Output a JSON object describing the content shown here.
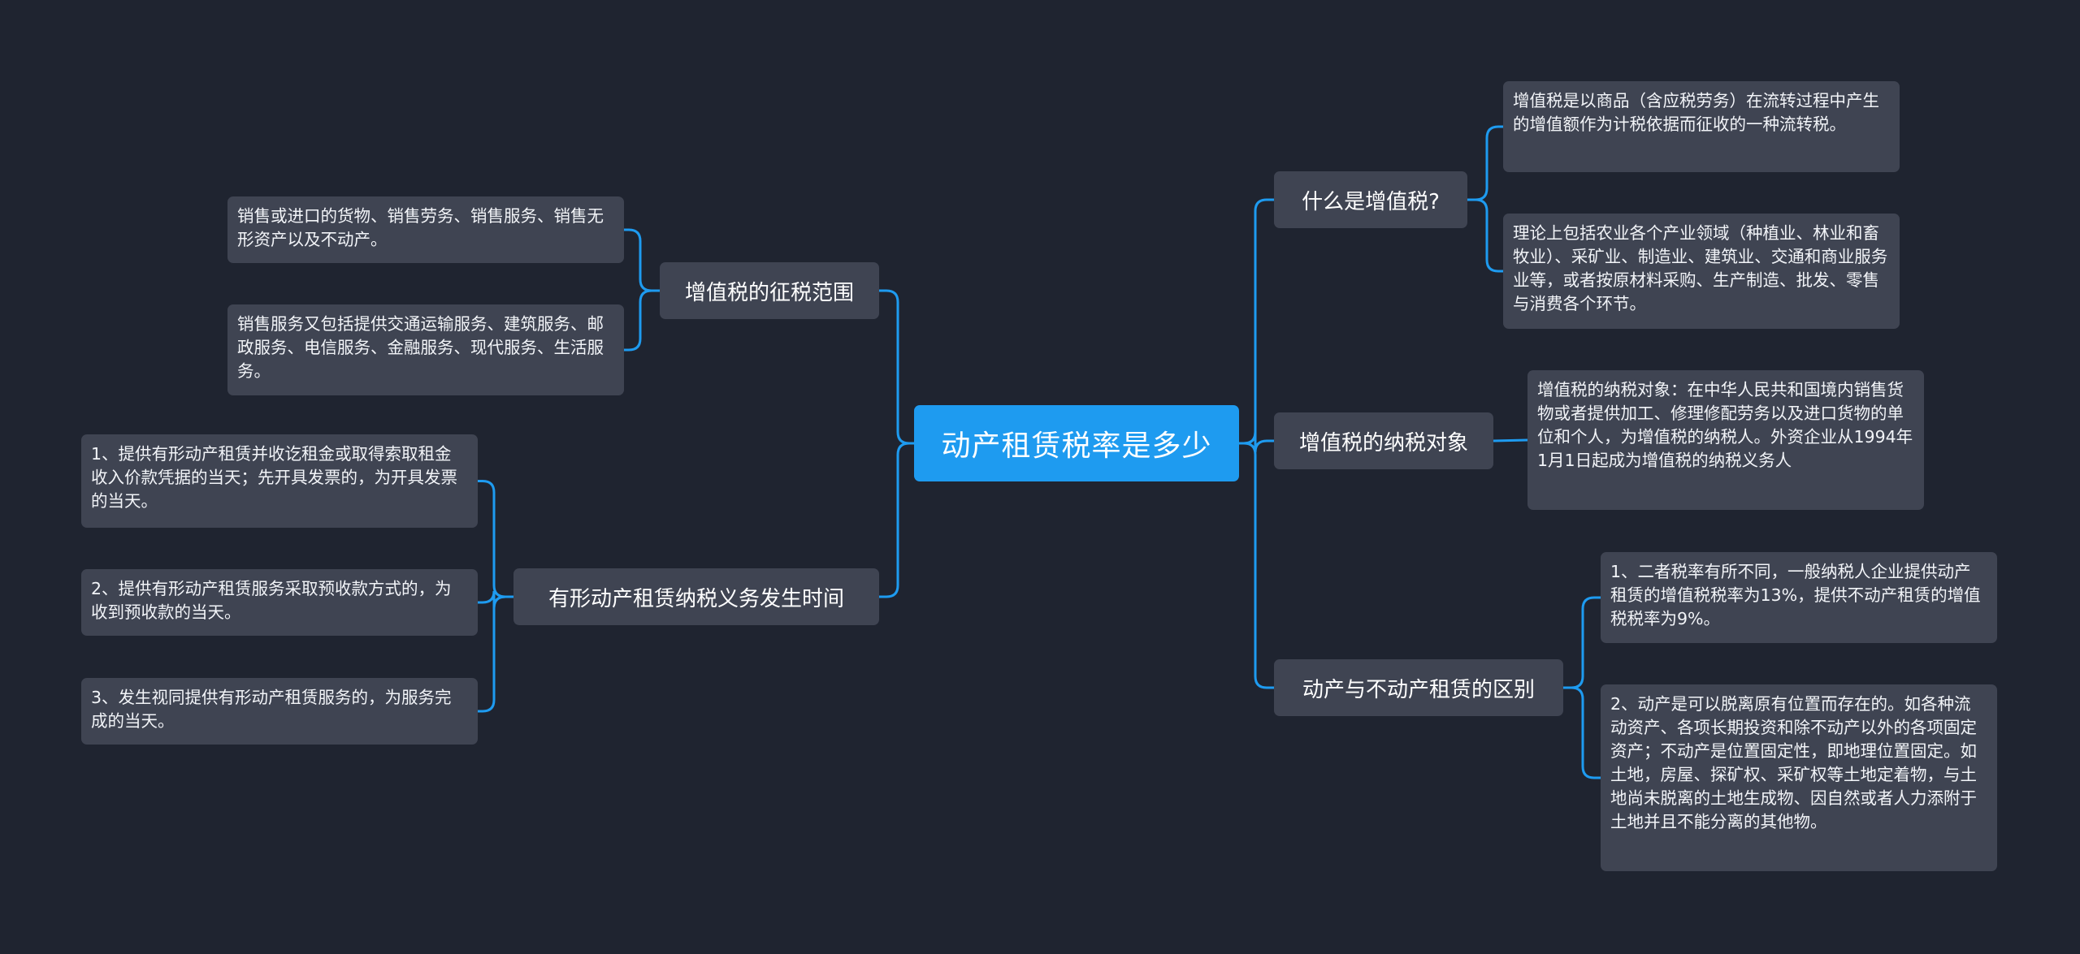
{
  "colors": {
    "background": "#1f2430",
    "root": "#1e9bf0",
    "node": "#3f4452",
    "link": "#1e9bf0"
  },
  "root": {
    "label": "动产租赁税率是多少"
  },
  "left_branches": [
    {
      "label": "增值税的征税范围",
      "children": [
        "销售或进口的货物、销售劳务、销售服务、销售无形资产以及不动产。",
        "销售服务又包括提供交通运输服务、建筑服务、邮政服务、电信服务、金融服务、现代服务、生活服务。"
      ]
    },
    {
      "label": "有形动产租赁纳税义务发生时间",
      "children": [
        "1、提供有形动产租赁并收讫租金或取得索取租金收入价款凭据的当天；先开具发票的，为开具发票的当天。",
        "2、提供有形动产租赁服务采取预收款方式的，为收到预收款的当天。",
        "3、发生视同提供有形动产租赁服务的，为服务完成的当天。"
      ]
    }
  ],
  "right_branches": [
    {
      "label": "什么是增值税?",
      "children": [
        "增值税是以商品（含应税劳务）在流转过程中产生的增值额作为计税依据而征收的一种流转税。",
        "理论上包括农业各个产业领域（种植业、林业和畜牧业）、采矿业、制造业、建筑业、交通和商业服务业等，或者按原材料采购、生产制造、批发、零售与消费各个环节。"
      ]
    },
    {
      "label": "增值税的纳税对象",
      "children": [
        "增值税的纳税对象：在中华人民共和国境内销售货物或者提供加工、修理修配劳务以及进口货物的单位和个人，为增值税的纳税人。外资企业从1994年1月1日起成为增值税的纳税义务人"
      ]
    },
    {
      "label": "动产与不动产租赁的区别",
      "children": [
        "1、二者税率有所不同，一般纳税人企业提供动产租赁的增值税税率为13%，提供不动产租赁的增值税税率为9%。",
        "2、动产是可以脱离原有位置而存在的。如各种流动资产、各项长期投资和除不动产以外的各项固定资产；不动产是位置固定性，即地理位置固定。如土地，房屋、探矿权、采矿权等土地定着物，与土地尚未脱离的土地生成物、因自然或者人力添附于土地并且不能分离的其他物。"
      ]
    }
  ]
}
